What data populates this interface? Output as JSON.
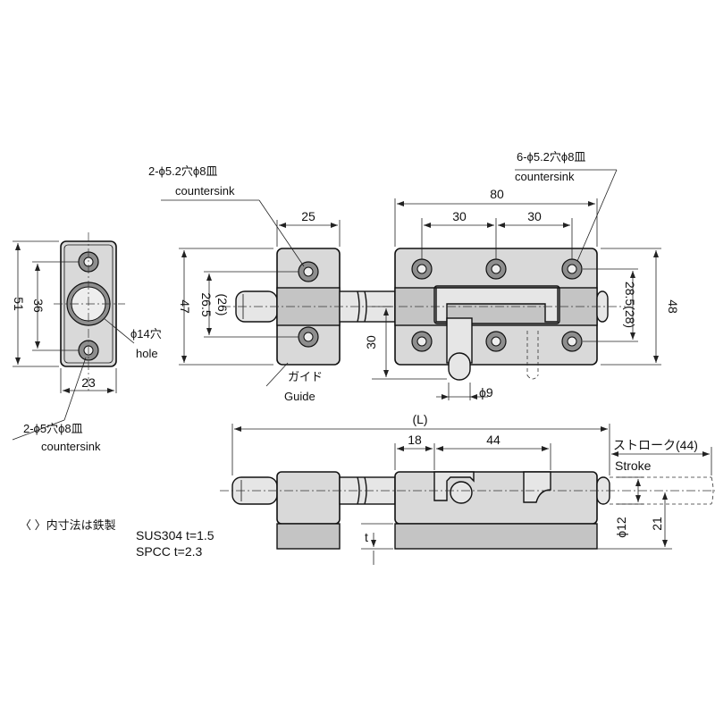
{
  "labels": {
    "dim_51": "51",
    "dim_36": "36",
    "dim_23": "23",
    "hole14": "ϕ14穴",
    "hole14_en": "hole",
    "left_holes": "2-ϕ5穴ϕ8皿",
    "left_holes_en": "countersink",
    "guide_holes": "2-ϕ5.2穴ϕ8皿",
    "guide_holes_en": "countersink",
    "dim_25": "25",
    "dim_47": "47",
    "dim_26_5": "26.5",
    "dim_26_paren": "(26)",
    "guide_jp": "ガイド",
    "guide_en": "Guide",
    "body_holes": "6-ϕ5.2穴ϕ8皿",
    "body_holes_en": "countersink",
    "dim_80": "80",
    "dim_30a": "30",
    "dim_30b": "30",
    "dim_30_vert": "30",
    "dim_48": "48",
    "dim_28_5": "28.5(28)",
    "dim_phi9": "ϕ9",
    "dim_L": "(L)",
    "dim_18": "18",
    "dim_44": "44",
    "stroke_jp": "ストローク(44)",
    "stroke_en": "Stroke",
    "dim_phi12": "ϕ12",
    "dim_21": "21",
    "dim_t": "t",
    "note_paren": "〈  〉内寸法は鉄製",
    "material1": "SUS304   t=1.5",
    "material2": "SPCC    t=2.3"
  }
}
